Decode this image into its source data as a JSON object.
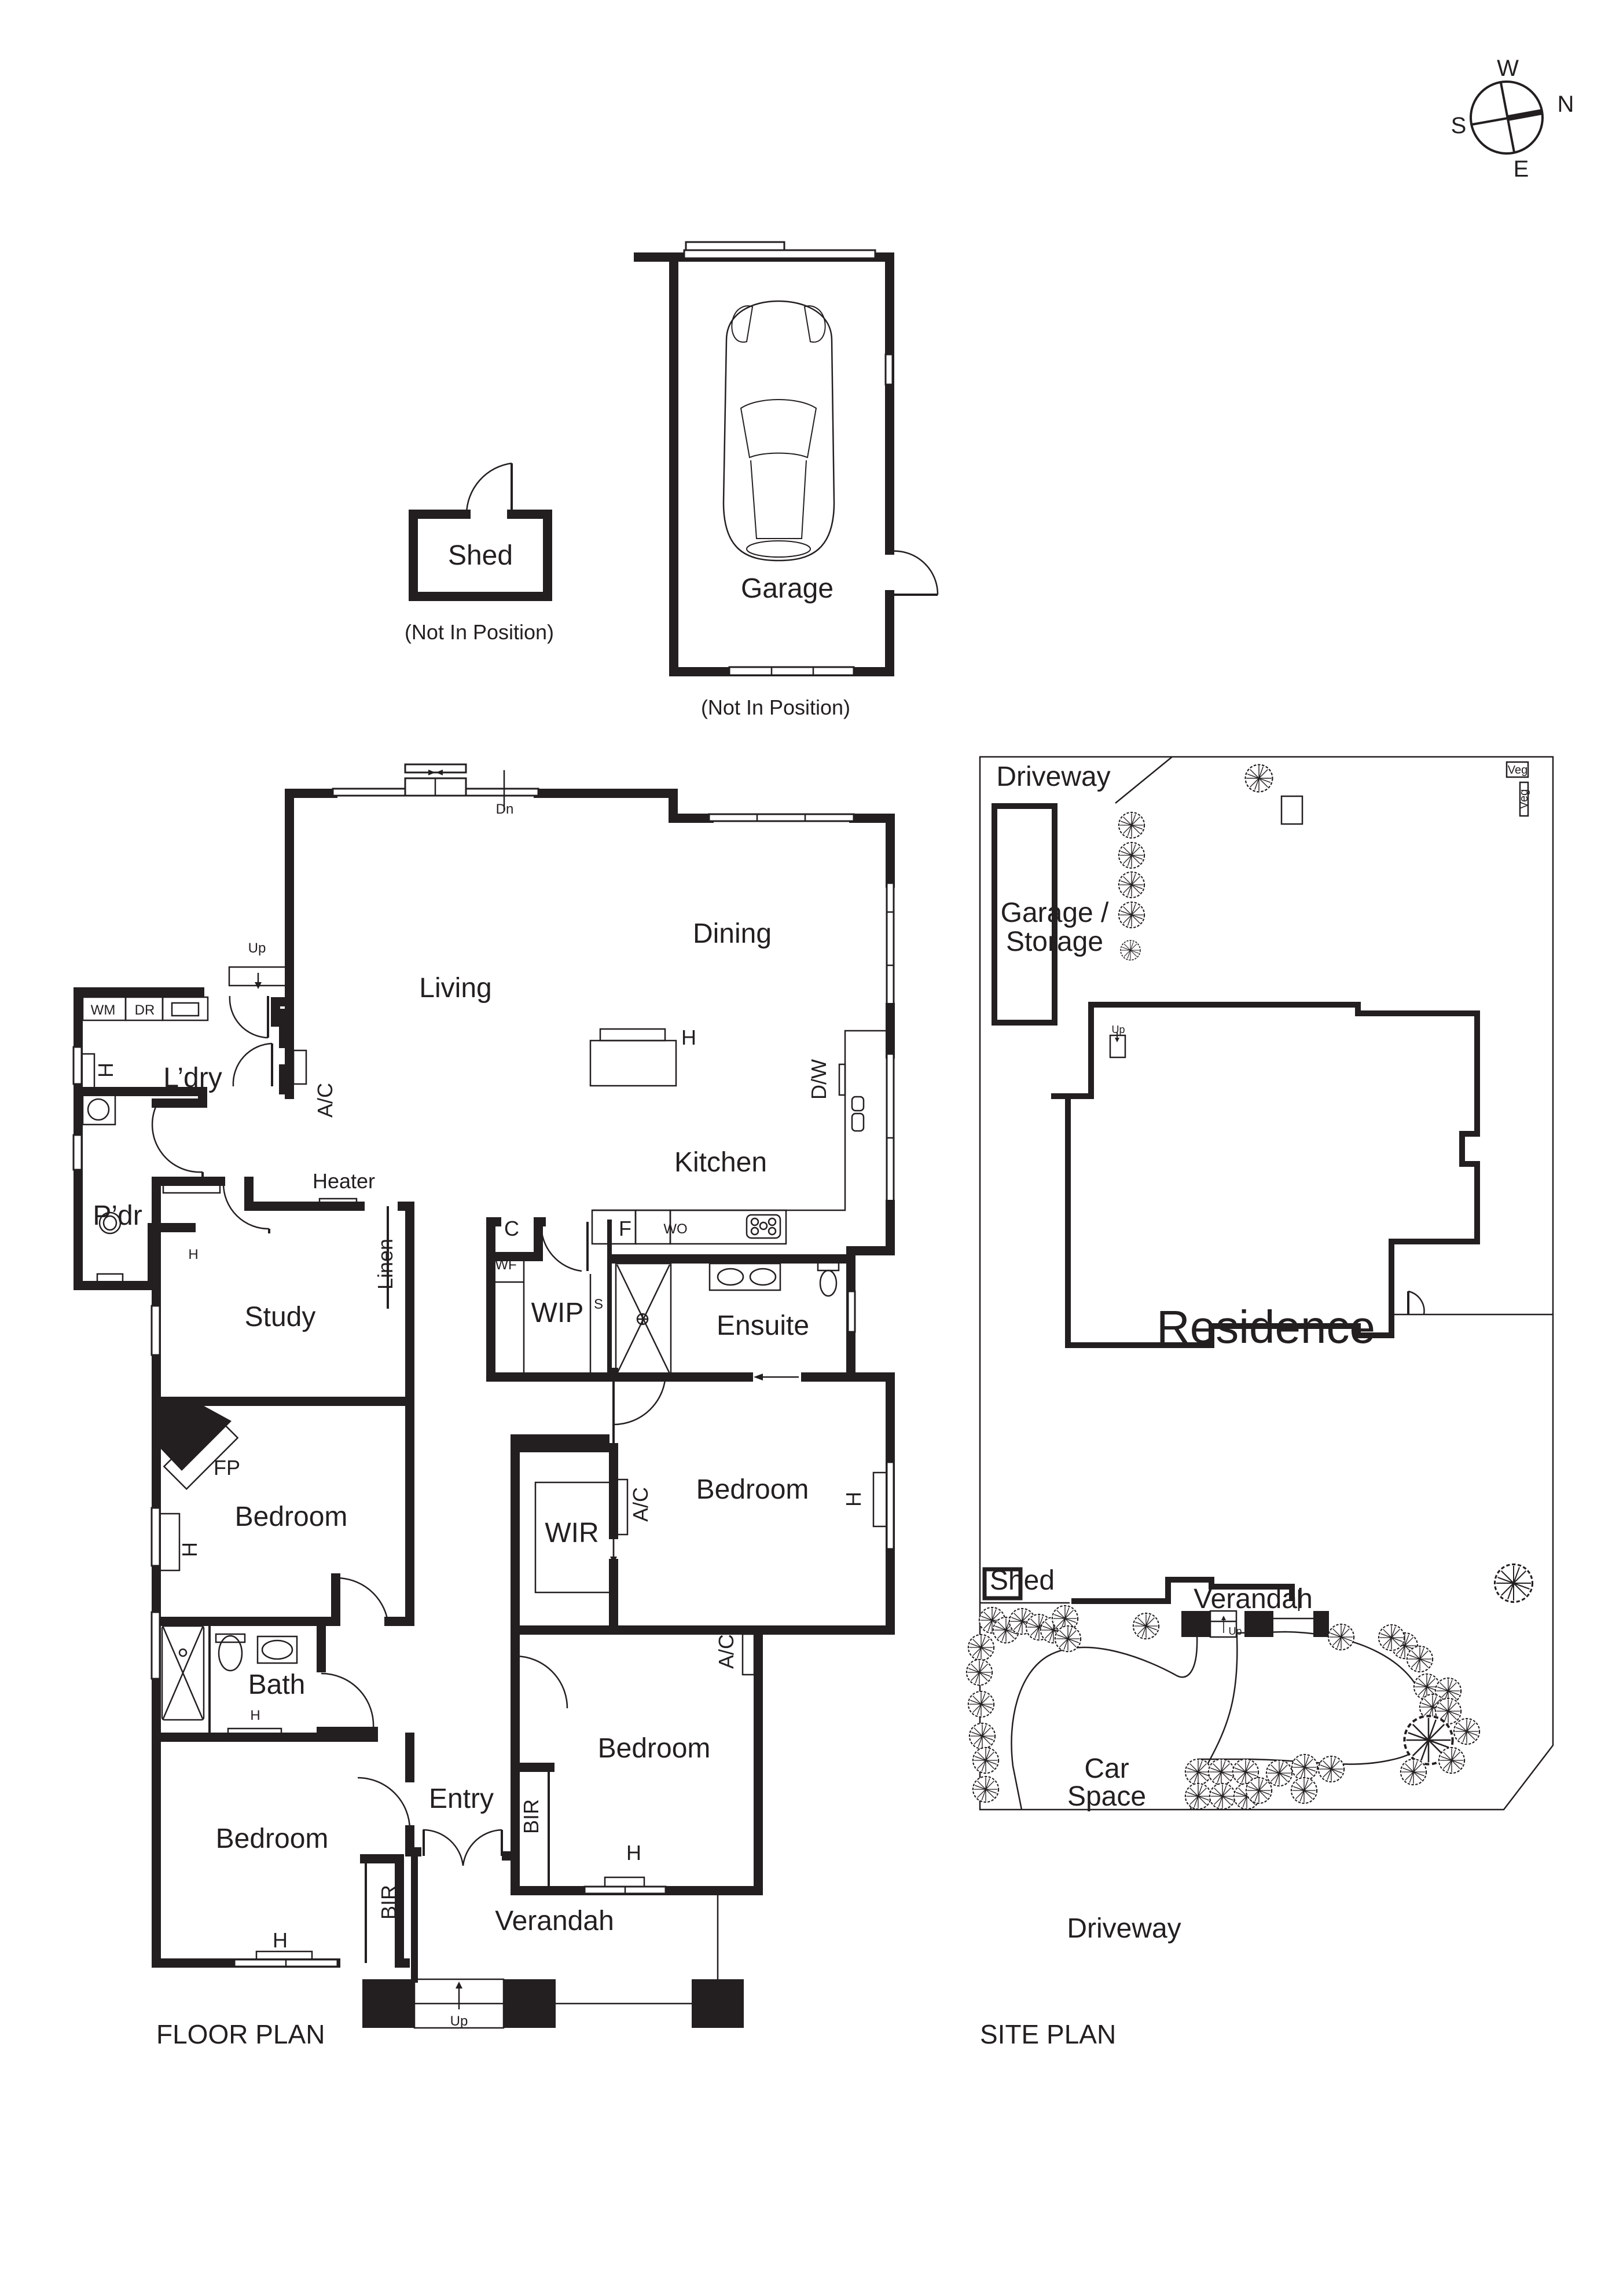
{
  "compass": {
    "labels": {
      "north": "N",
      "south": "S",
      "east": "E",
      "west": "W"
    }
  },
  "outbuildings": {
    "shed": {
      "label": "Shed",
      "note": "(Not In Position)"
    },
    "garage": {
      "label": "Garage",
      "note": "(Not In Position)"
    }
  },
  "floor_plan": {
    "title": "FLOOR PLAN",
    "rooms": {
      "living": "Living",
      "dining": "Dining",
      "kitchen": "Kitchen",
      "laundry": "L’dry",
      "powder": "P’dr",
      "study": "Study",
      "linen": "Linen",
      "wip": "WIP",
      "ensuite": "Ensuite",
      "bedroom_master": "Bedroom",
      "wir": "WIR",
      "bedroom_fp": "Bedroom",
      "bath": "Bath",
      "bedroom_front_right": "Bedroom",
      "bedroom_front_left": "Bedroom",
      "entry": "Entry",
      "verandah": "Verandah"
    },
    "fixtures": {
      "wm": "WM",
      "dr": "DR",
      "heater": "Heater",
      "ac": "A/C",
      "h": "H",
      "dw": "D/W",
      "c": "C",
      "wf": "WF",
      "f": "F",
      "wo": "WO",
      "s": "S",
      "fp": "FP",
      "bir": "BIR"
    },
    "stairs": {
      "up": "Up",
      "dn": "Dn"
    }
  },
  "site_plan": {
    "title": "SITE PLAN",
    "labels": {
      "driveway_top": "Driveway",
      "garage_storage_1": "Garage /",
      "garage_storage_2": "Storage",
      "veg_1": "Veg",
      "veg_2": "Veg",
      "residence": "Residence",
      "up": "Up",
      "shed": "Shed",
      "verandah": "Verandah",
      "car_space_1": "Car",
      "car_space_2": "Space",
      "driveway_bottom": "Driveway",
      "up_front": "Up"
    }
  }
}
